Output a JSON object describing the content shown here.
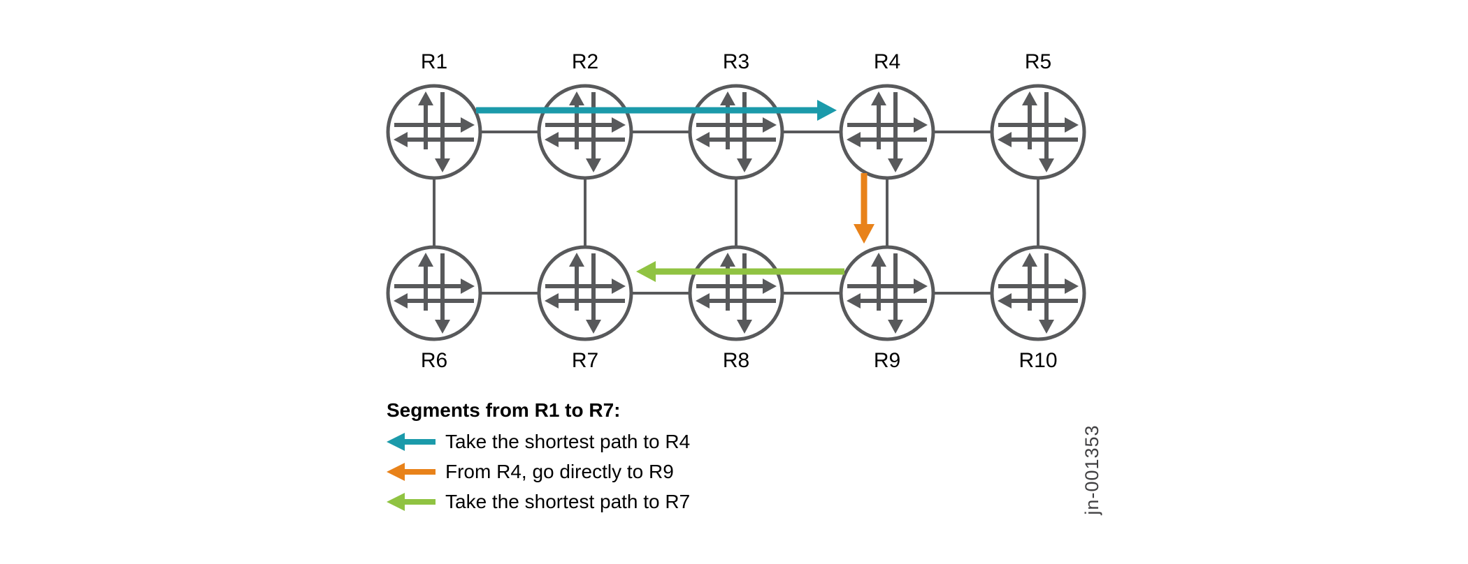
{
  "figure": {
    "id_label": "jn-001353"
  },
  "colors": {
    "node": "#58595B",
    "teal": "#1B9AAA",
    "orange": "#E8821A",
    "green": "#90C342",
    "text": "#000000",
    "id": "#414042",
    "background": "#FFFFFF"
  },
  "routers": [
    {
      "label": "R1"
    },
    {
      "label": "R2"
    },
    {
      "label": "R3"
    },
    {
      "label": "R4"
    },
    {
      "label": "R5"
    },
    {
      "label": "R6"
    },
    {
      "label": "R7"
    },
    {
      "label": "R8"
    },
    {
      "label": "R9"
    },
    {
      "label": "R10"
    }
  ],
  "links": [
    "R1-R2",
    "R2-R3",
    "R3-R4",
    "R4-R5",
    "R6-R7",
    "R7-R8",
    "R8-R9",
    "R9-R10",
    "R1-R6",
    "R2-R7",
    "R3-R8",
    "R4-R9",
    "R5-R10"
  ],
  "segments": [
    {
      "from": "R1",
      "to": "R4",
      "color": "#1B9AAA",
      "description": "Take the shortest path to R4"
    },
    {
      "from": "R4",
      "to": "R9",
      "color": "#E8821A",
      "description": "From R4, go directly to R9"
    },
    {
      "from": "R9",
      "to": "R7",
      "color": "#90C342",
      "description": "Take the shortest path to R7"
    }
  ],
  "legend": {
    "title": "Segments from R1 to R7:",
    "items": [
      {
        "color": "#1B9AAA",
        "label": "Take the shortest path to R4"
      },
      {
        "color": "#E8821A",
        "label": "From R4, go directly to R9"
      },
      {
        "color": "#90C342",
        "label": "Take the shortest path to R7"
      }
    ]
  }
}
